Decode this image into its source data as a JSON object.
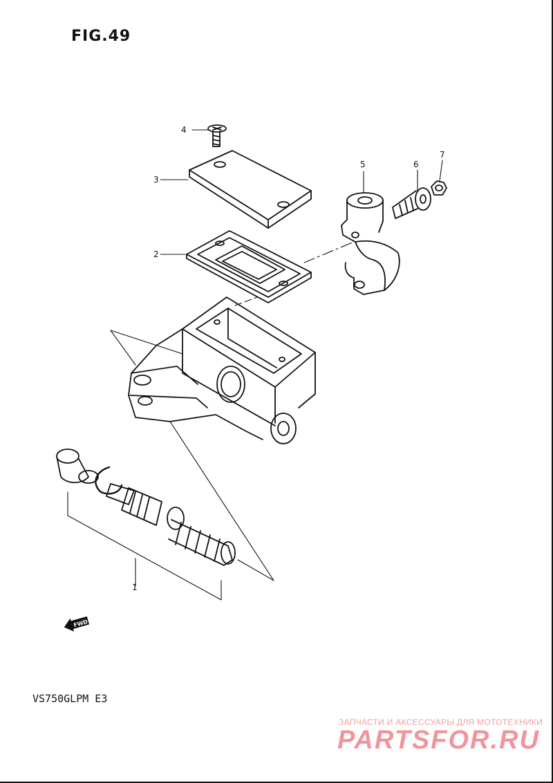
{
  "figure": {
    "title": "FIG.49"
  },
  "callouts": [
    "1",
    "2",
    "3",
    "4",
    "5",
    "6",
    "7"
  ],
  "direction_badge": {
    "label": "FWD",
    "icon": "forward-arrow-icon"
  },
  "model": {
    "code": "VS750GLPM  E3"
  },
  "watermark": {
    "caption": "ЗАПЧАСТИ И АКСЕССУАРЫ ДЛЯ МОТОТЕХНИКИ",
    "logo": "PARTSFOR.RU",
    "color": "#f1949c"
  },
  "colors": {
    "ink": "#111111",
    "paper": "#ffffff"
  }
}
